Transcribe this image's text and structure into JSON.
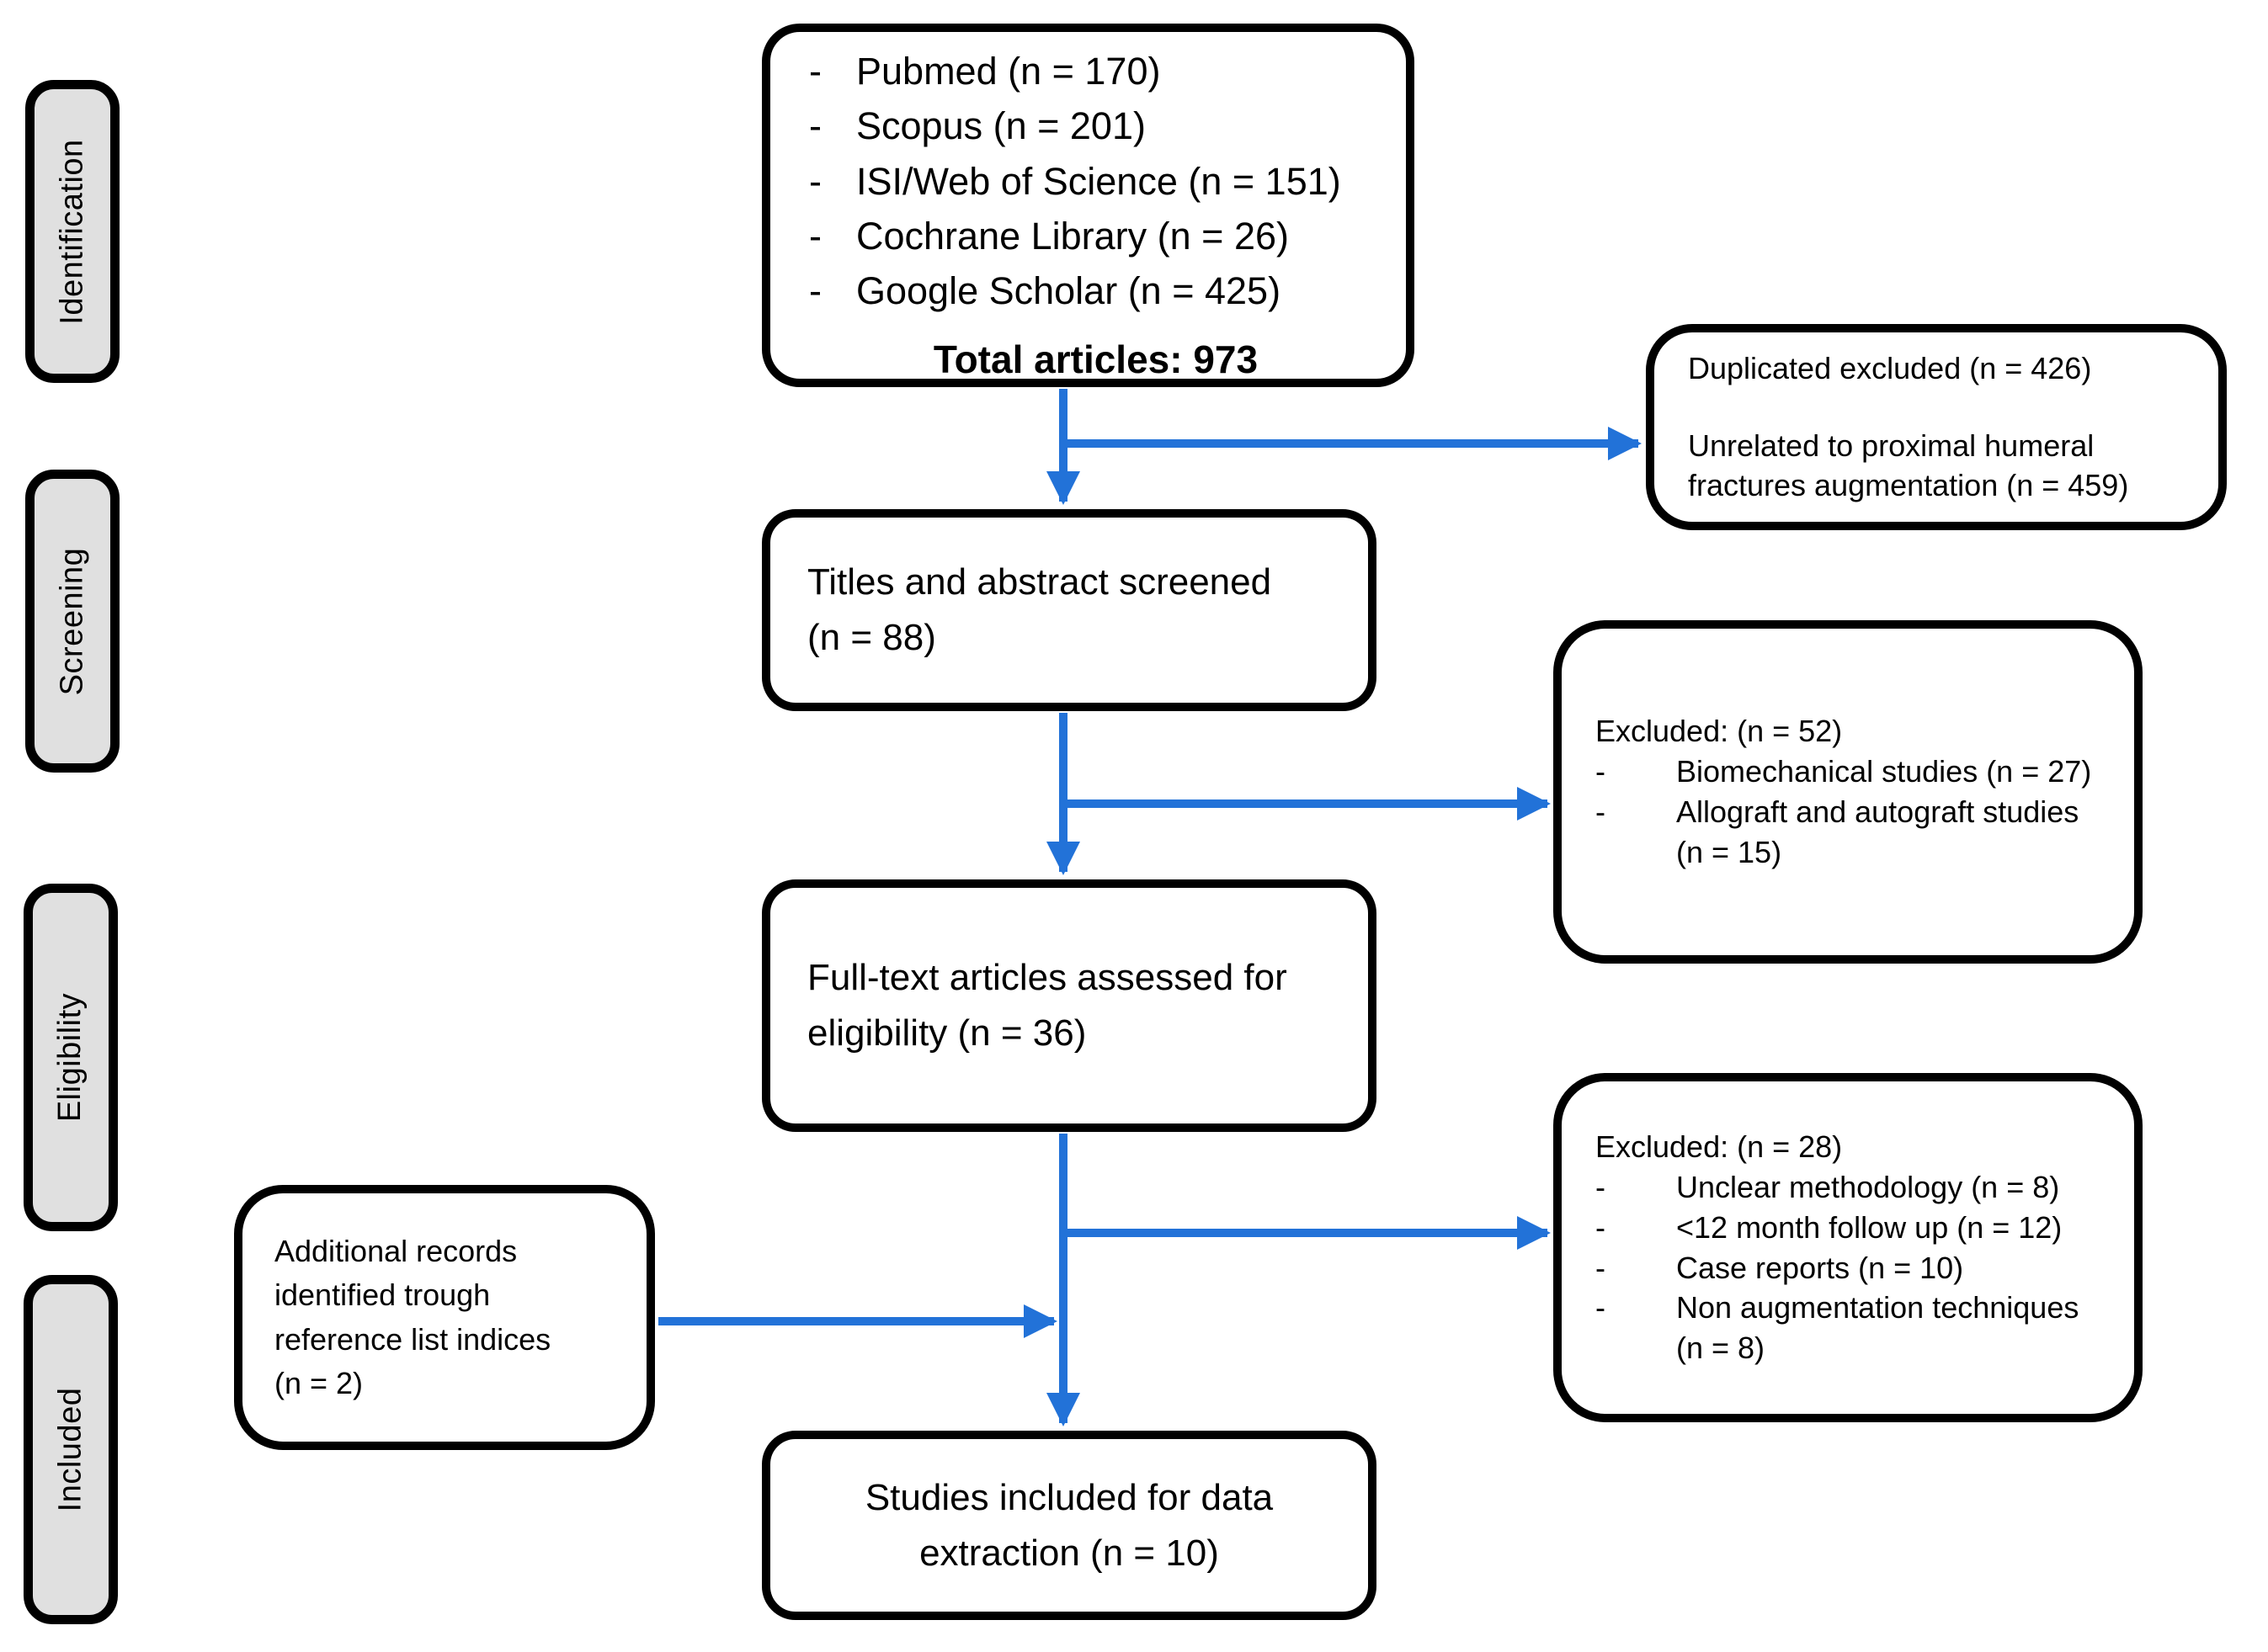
{
  "figure": {
    "kind": "PRISMA systematic review flow diagram"
  },
  "bullet": "-",
  "colors": {
    "arrow": "#2272d8",
    "stage_fill": "#e0e0e0",
    "border": "#000000",
    "background": "#ffffff"
  },
  "stages": [
    {
      "label": "Identification"
    },
    {
      "label": "Screening"
    },
    {
      "label": "Eligibility"
    },
    {
      "label": "Included"
    }
  ],
  "boxes": {
    "sources": {
      "items": [
        "Pubmed (n = 170)",
        "Scopus (n = 201)",
        "ISI/Web of Science (n = 151)",
        "Cochrane Library (n = 26)",
        "Google Scholar (n = 425)"
      ],
      "total": "Total articles: 973"
    },
    "duplicates_excluded": {
      "para1": {
        "line1": "Duplicated excluded (n = 426)"
      },
      "para2": {
        "line1": "Unrelated to proximal humeral",
        "line2": "fractures augmentation (n = 459)"
      }
    },
    "titles_screened": {
      "line1": "Titles and abstract screened",
      "line2": "(n = 88)"
    },
    "screening_excluded": {
      "heading": "Excluded: (n = 52)",
      "items": [
        {
          "line1": "Biomechanical studies (n = 27)",
          "line2": ""
        },
        {
          "line1": "Allograft and autograft studies",
          "line2": "(n = 15)"
        }
      ]
    },
    "fulltext_assessed": {
      "line1": "Full-text articles assessed for",
      "line2": "eligibility (n = 36)"
    },
    "eligibility_excluded": {
      "heading": "Excluded: (n = 28)",
      "items": [
        {
          "line1": "Unclear methodology (n = 8)",
          "line2": ""
        },
        {
          "line1": "<12 month follow up (n = 12)",
          "line2": ""
        },
        {
          "line1": "Case reports (n = 10)",
          "line2": ""
        },
        {
          "line1": "Non augmentation techniques",
          "line2": "(n = 8)"
        }
      ]
    },
    "additional_records": {
      "line1": "Additional records",
      "line2": "identified trough",
      "line3": "reference list indices",
      "line4": "(n = 2)"
    },
    "included_studies": {
      "line1": "Studies included for data",
      "line2": "extraction (n = 10)"
    }
  }
}
